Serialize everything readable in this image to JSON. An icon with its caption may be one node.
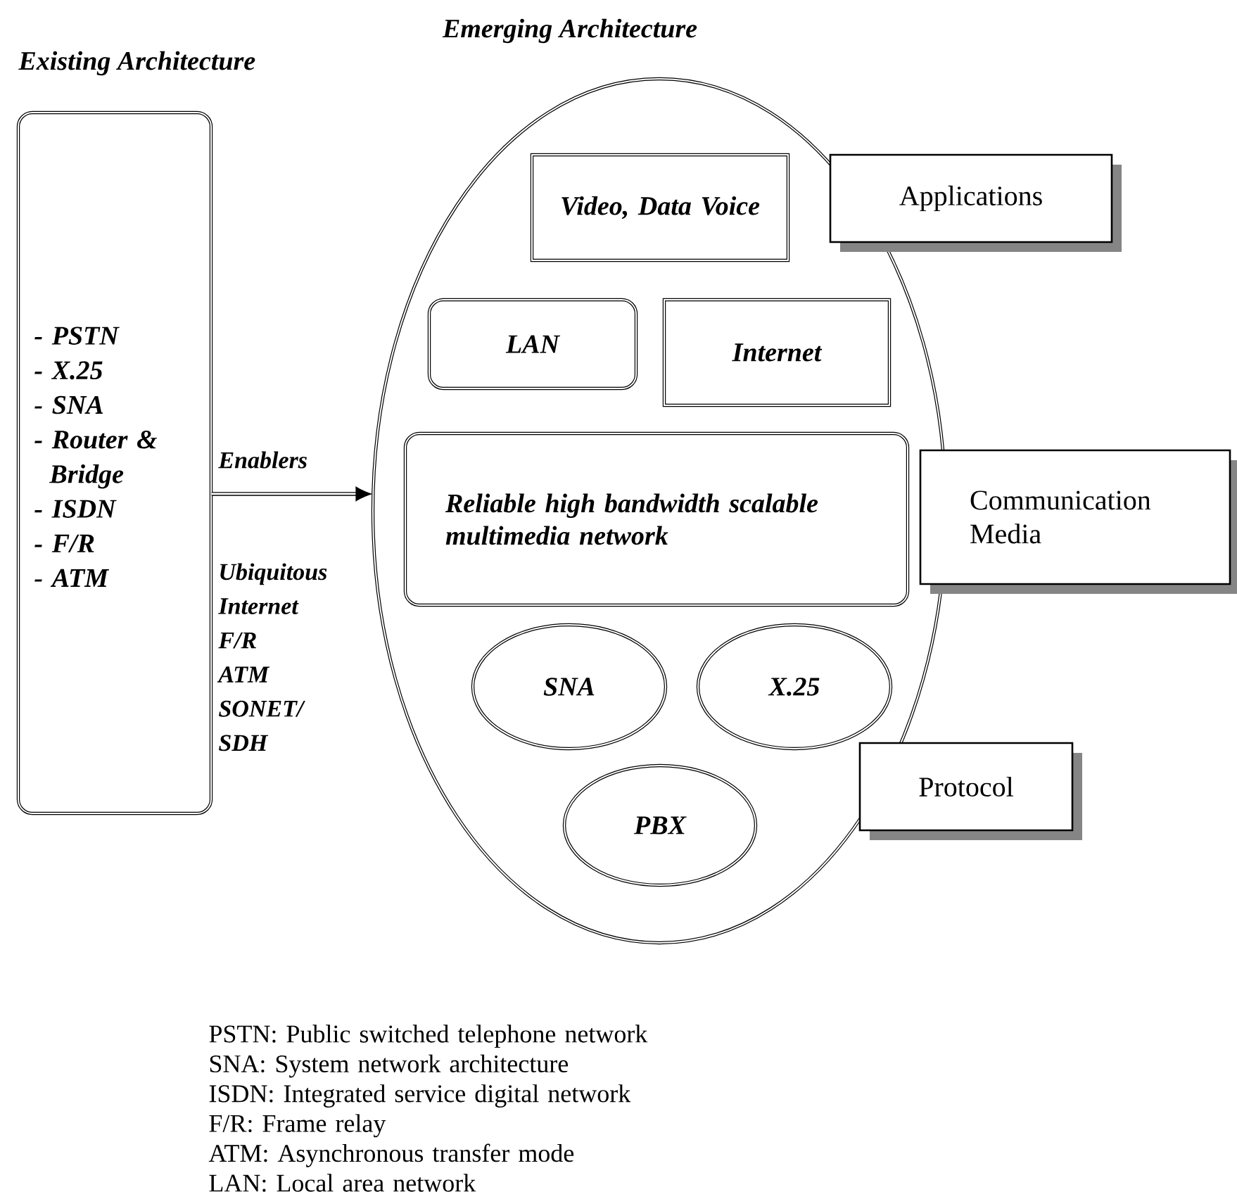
{
  "diagram": {
    "nodes": [
      {
        "text": [
          "Existing Architecture",
          "- PSTN",
          "- X.25",
          "- SNA",
          "- Router & Bridge",
          "- ISDN",
          "- F/R",
          "- ATM"
        ]
      },
      {
        "text": [
          "Emerging Architecture"
        ]
      },
      {
        "text": [
          "Video, Data Voice"
        ],
        "in": 1
      },
      {
        "text": [
          "LAN"
        ],
        "in": 1
      },
      {
        "text": [
          "Internet"
        ],
        "in": 1
      },
      {
        "text": [
          "Reliable high bandwidth scalable multimedia network"
        ],
        "in": 1
      },
      {
        "text": [
          "SNA"
        ],
        "in": 1
      },
      {
        "text": [
          "X.25"
        ],
        "in": 1
      },
      {
        "text": [
          "PBX"
        ],
        "in": 1
      },
      {
        "text": [
          "Applications"
        ]
      },
      {
        "text": [
          "Communication Media"
        ]
      },
      {
        "text": [
          "Protocol"
        ]
      }
    ],
    "edges": [
      {
        "from": 0,
        "to": 1,
        "arrow": "to",
        "label": "Enablers"
      }
    ],
    "labels": [
      "Ubiquitous Internet",
      "F/R",
      "ATM",
      "SONET/ SDH",
      "PSTN: Public switched telephone network",
      "SNA: System network architecture",
      "ISDN: Integrated service digital network",
      "F/R: Frame relay",
      "ATM: Asynchronous transfer mode",
      "LAN: Local area network"
    ]
  }
}
